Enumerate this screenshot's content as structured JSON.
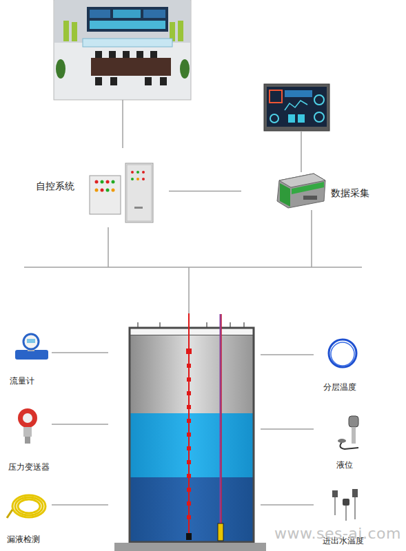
{
  "diagram": {
    "nodes": [
      {
        "text": [
          "自控系统"
        ]
      },
      {
        "text": [
          "数据采集"
        ]
      },
      {
        "text": [
          "流量计"
        ]
      },
      {
        "text": [
          "压力变送器"
        ]
      },
      {
        "text": [
          "漏液检测"
        ]
      },
      {
        "text": [
          "分层温度"
        ]
      },
      {
        "text": [
          "液位"
        ]
      },
      {
        "text": [
          "进出水温度"
        ]
      }
    ],
    "edges": [
      {
        "from": 0,
        "to": 1,
        "arrow": "none"
      }
    ],
    "labels": [
      "www.ses-ai.com"
    ]
  }
}
